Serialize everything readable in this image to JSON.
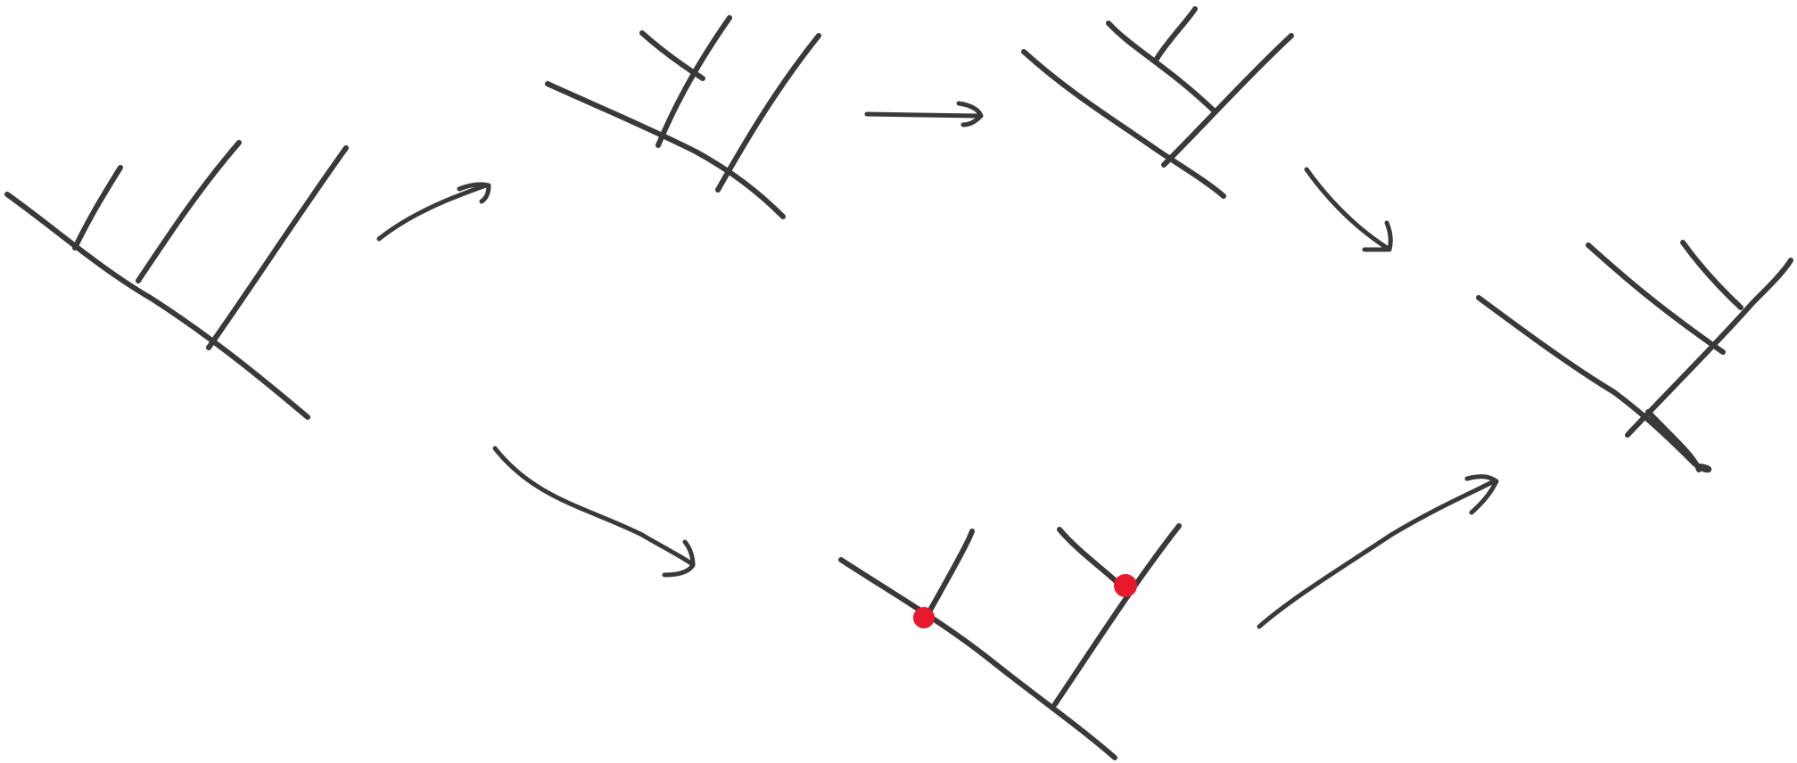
{
  "diagram": {
    "ink_color": "#3a3838",
    "highlight_color": "#e8192c",
    "trees": [
      {
        "id": "tree-initial",
        "marked_nodes": 0
      },
      {
        "id": "tree-step-1",
        "marked_nodes": 0
      },
      {
        "id": "tree-step-2",
        "marked_nodes": 0
      },
      {
        "id": "tree-final",
        "marked_nodes": 0
      },
      {
        "id": "tree-alternate",
        "marked_nodes": 2
      }
    ],
    "arrows": [
      {
        "from": "tree-initial",
        "to": "tree-step-1"
      },
      {
        "from": "tree-step-1",
        "to": "tree-step-2"
      },
      {
        "from": "tree-step-2",
        "to": "tree-final"
      },
      {
        "from": "tree-initial",
        "to": "tree-alternate"
      },
      {
        "from": "tree-alternate",
        "to": "tree-final"
      }
    ]
  }
}
